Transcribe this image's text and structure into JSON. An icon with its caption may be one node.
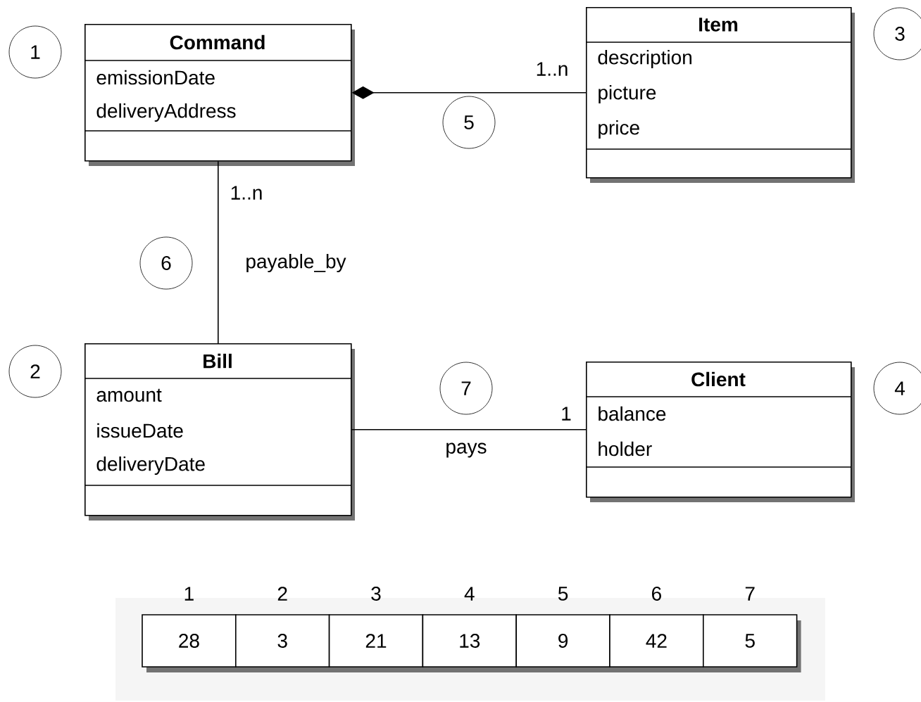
{
  "diagram": {
    "nodes": [
      {
        "text": [
          "1"
        ]
      },
      {
        "text": [
          "Command",
          "emissionDate",
          "deliveryAddress"
        ]
      },
      {
        "text": [
          "Item",
          "description",
          "picture",
          "price"
        ]
      },
      {
        "text": [
          "3"
        ]
      },
      {
        "text": [
          "5"
        ]
      },
      {
        "text": [
          "6"
        ]
      },
      {
        "text": [
          "2"
        ]
      },
      {
        "text": [
          "Bill",
          "amount",
          "issueDate",
          "deliveryDate"
        ]
      },
      {
        "text": [
          "7"
        ]
      },
      {
        "text": [
          "Client",
          "balance",
          "holder"
        ]
      },
      {
        "text": [
          "4"
        ]
      }
    ],
    "edges": [
      {
        "from": 1,
        "to": 2,
        "arrow": "other"
      },
      {
        "from": 1,
        "to": 7,
        "arrow": "none",
        "label": "payable_by"
      },
      {
        "from": 7,
        "to": 9,
        "arrow": "none",
        "label": "pays"
      }
    ],
    "labels": [
      "1..n",
      "1..n",
      "1",
      "1",
      "2",
      "3",
      "4",
      "5",
      "6",
      "7",
      "28",
      "3",
      "21",
      "13",
      "9",
      "42",
      "5"
    ]
  }
}
